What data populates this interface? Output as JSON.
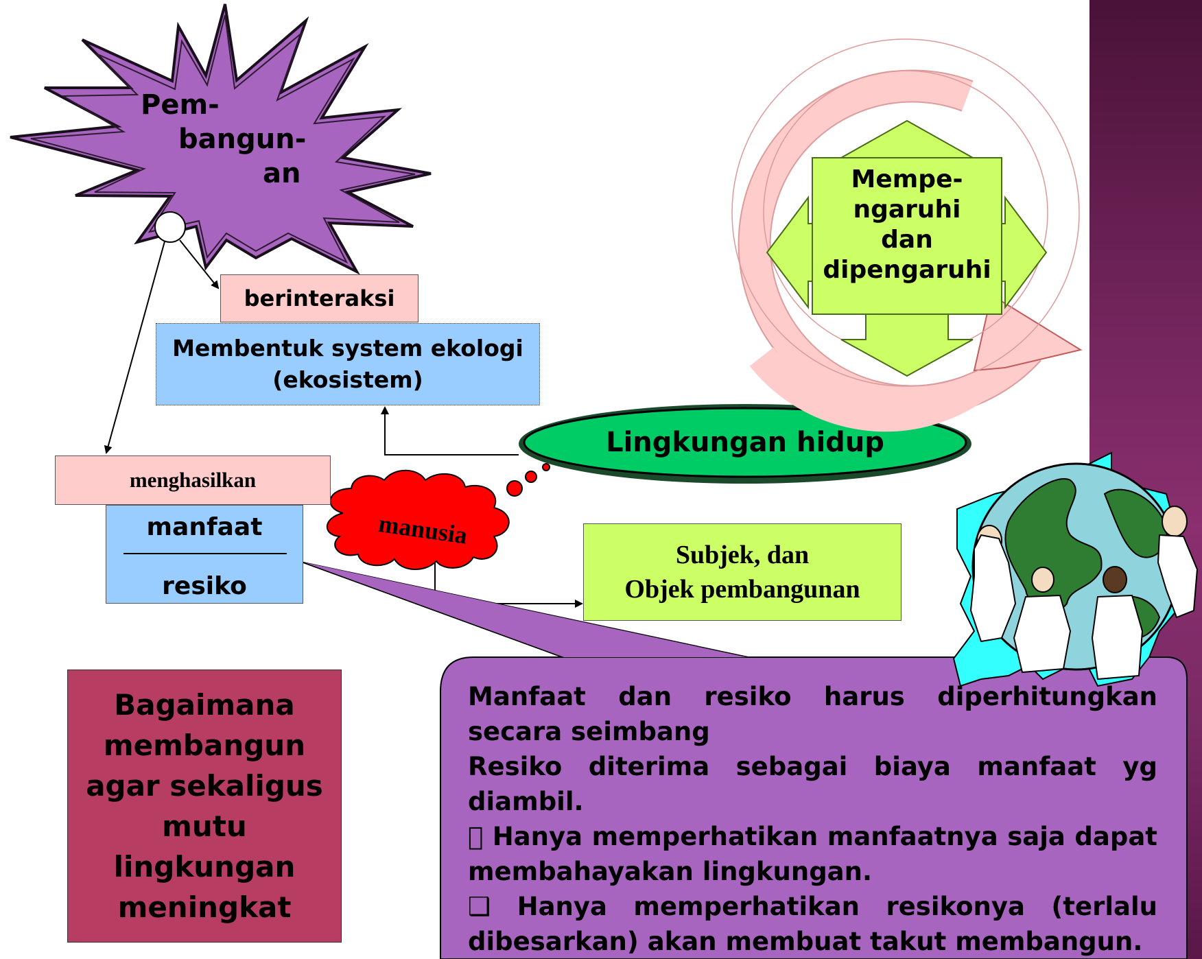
{
  "star": {
    "line1": "Pem-",
    "line2": "bangun-",
    "line3": "an"
  },
  "boxes": {
    "berinteraksi": "berinteraksi",
    "ekosistem_line1": "Membentuk system ekologi",
    "ekosistem_line2": "(ekosistem)",
    "menghasilkan": "menghasilkan",
    "manfaat": "manfaat",
    "resiko": "resiko",
    "subjek_line1": "Subjek, dan",
    "subjek_line2": "Objek pembangunan",
    "lingkungan": "Lingkungan hidup",
    "manusia": "manusia"
  },
  "cycle": {
    "line1": "Mempe-",
    "line2": "ngaruhi",
    "line3": "dan",
    "line4": "dipengaruhi"
  },
  "question": {
    "line1": "Bagaimana",
    "line2": "membangun",
    "line3": "agar sekaligus",
    "line4": "mutu lingkungan",
    "line5": "meningkat"
  },
  "note": {
    "p1": "Manfaat dan resiko harus diperhitungkan secara seimbang",
    "p2": "Resiko diterima sebagai biaya manfaat yg diambil.",
    "p3": " Hanya memperhatikan manfaatnya saja dapat membahayakan lingkungan.",
    "p4": "❑ Hanya memperhatikan resikonya (terlalu dibesarkan) akan membuat takut membangun."
  },
  "colors": {
    "star": "#a865bf",
    "ekosistem": "#99ccff",
    "pink_label": "#ffcccc",
    "subjek": "#ccff66",
    "ellipse": "#00cc66",
    "cloud": "#ff0000",
    "question_box": "#b83d63",
    "note_box": "#a865bf",
    "cycle_arrow": "#ffcccc",
    "cross_arrow": "#ccff66",
    "sidebar": "#6e2358"
  },
  "icons": {
    "globe": "globe-people-icon",
    "cycle": "circular-arrow-icon"
  }
}
